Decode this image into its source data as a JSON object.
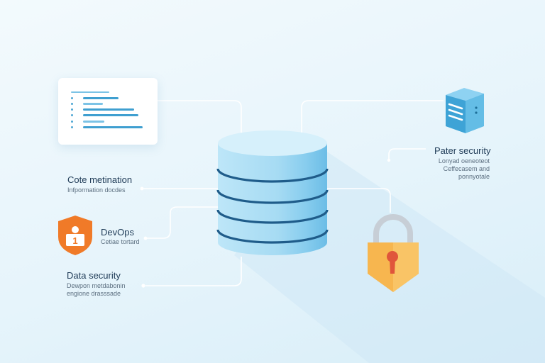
{
  "nodes": {
    "code_meta": {
      "title": "Cote metination",
      "subtitle": "Infpormation docdes"
    },
    "devops": {
      "title": "DevOps",
      "subtitle": "Cetiae tortard"
    },
    "data_security": {
      "title": "Data security",
      "subtitle_line1": "Dewpon metdabonin",
      "subtitle_line2": "engione drasssade"
    },
    "paper_security": {
      "title": "Pater security",
      "subtitle_line1": "Lonyad oeneoteot",
      "subtitle_line2": "Ceffecasem and",
      "subtitle_line3": "ponnyotale"
    }
  },
  "shield_badge": {
    "digit": "1"
  },
  "icons": [
    "document-card-icon",
    "server-icon",
    "database-icon",
    "padlock-icon",
    "shield-user-icon"
  ],
  "colors": {
    "accent_blue": "#3f9fd0",
    "database": "#a9dcf3",
    "lock_body": "#f7b64f",
    "keyhole": "#e0553b",
    "shield": "#f07a28",
    "text": "#1f3b57"
  }
}
